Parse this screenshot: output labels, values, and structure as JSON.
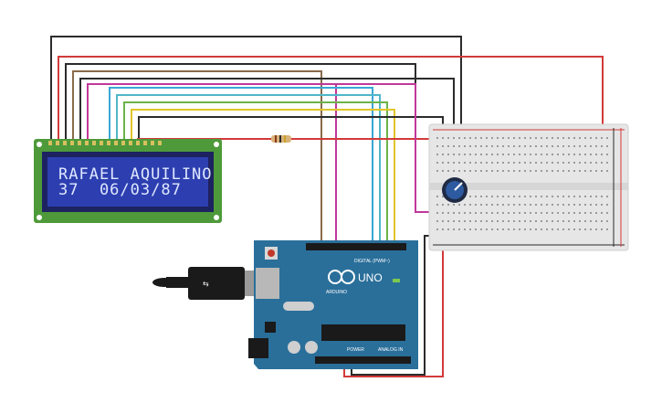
{
  "lcd": {
    "line1": "RAFAEL AQUILINO",
    "line2": "37  06/03/87"
  },
  "arduino": {
    "logo_text": "UNO",
    "brand": "ARDUINO",
    "digital_label": "DIGITAL (PWM~)",
    "power_label": "POWER",
    "analog_label": "ANALOG IN"
  },
  "colors": {
    "wire_black": "#2b2b2b",
    "wire_red": "#d23a3a",
    "wire_brown": "#8a6a4a",
    "wire_magenta": "#c0389a",
    "wire_cyan": "#3aa7d6",
    "wire_green": "#6bb34a",
    "wire_yellow": "#e0c52a",
    "lcd_board": "#4e9a3a",
    "lcd_screen": "#2d3fb0",
    "arduino_board": "#2a6f9a",
    "breadboard": "#e6e6e6"
  }
}
